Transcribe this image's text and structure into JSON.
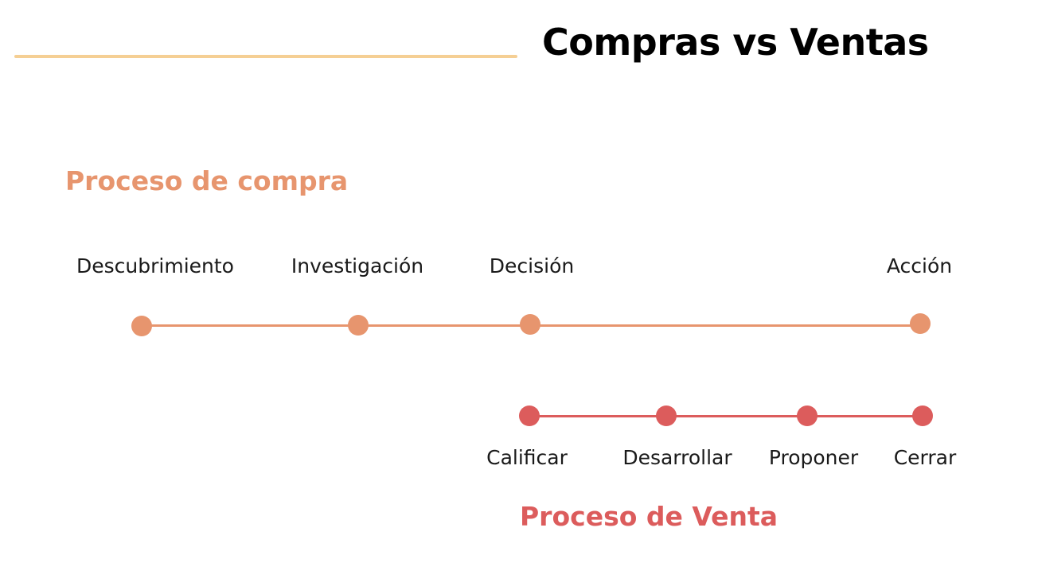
{
  "title": "Compras vs Ventas",
  "colors": {
    "accent_line": "#f5cf94",
    "buy": "#e7956e",
    "sell": "#dc5c5c",
    "text": "#1a1a1a"
  },
  "buy_process": {
    "title": "Proceso de compra",
    "steps": [
      "Descubrimiento",
      "Investigación",
      "Decisión",
      "Acción"
    ]
  },
  "sell_process": {
    "title": "Proceso de Venta",
    "steps": [
      "Calificar",
      "Desarrollar",
      "Proponer",
      "Cerrar"
    ]
  }
}
